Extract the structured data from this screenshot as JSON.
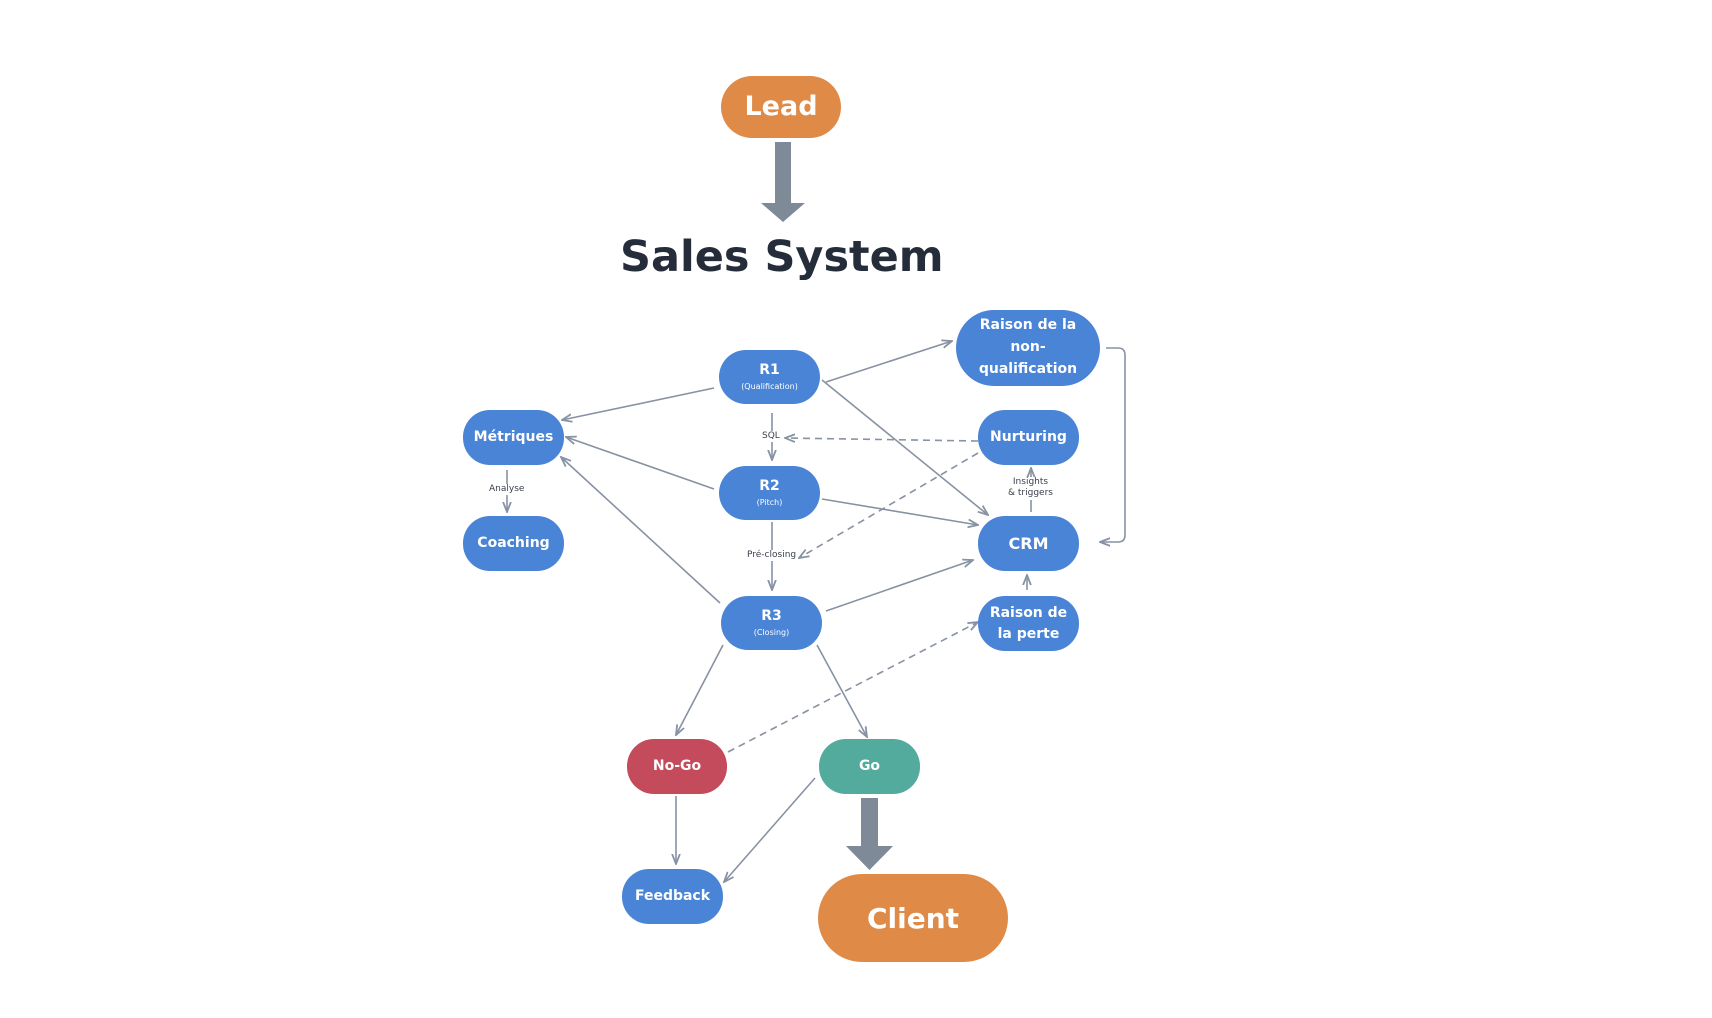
{
  "title": "Sales System",
  "colors": {
    "node_blue": "#4a84d6",
    "node_orange": "#df8a47",
    "node_red": "#c44b5c",
    "node_teal": "#52ab9d",
    "edge": "#8792a2",
    "big_arrow": "#7f8a98",
    "title": "#252c3a"
  },
  "nodes": {
    "lead": {
      "label": "Lead"
    },
    "r1": {
      "label": "R1",
      "sub": "(Qualification)"
    },
    "r2": {
      "label": "R2",
      "sub": "(Pitch)"
    },
    "r3": {
      "label": "R3",
      "sub": "(Closing)"
    },
    "metriques": {
      "label": "Métriques"
    },
    "coaching": {
      "label": "Coaching"
    },
    "raison_non_qualification": {
      "label": "Raison de la non-qualification"
    },
    "nurturing": {
      "label": "Nurturing"
    },
    "crm": {
      "label": "CRM"
    },
    "raison_perte": {
      "label": "Raison de la perte"
    },
    "nogo": {
      "label": "No-Go"
    },
    "go": {
      "label": "Go"
    },
    "feedback": {
      "label": "Feedback"
    },
    "client": {
      "label": "Client"
    }
  },
  "edge_labels": {
    "sql": "SQL",
    "analyse": "Analyse",
    "pre_closing": "Pré-closing",
    "insights_triggers": "Insights\n& triggers"
  }
}
